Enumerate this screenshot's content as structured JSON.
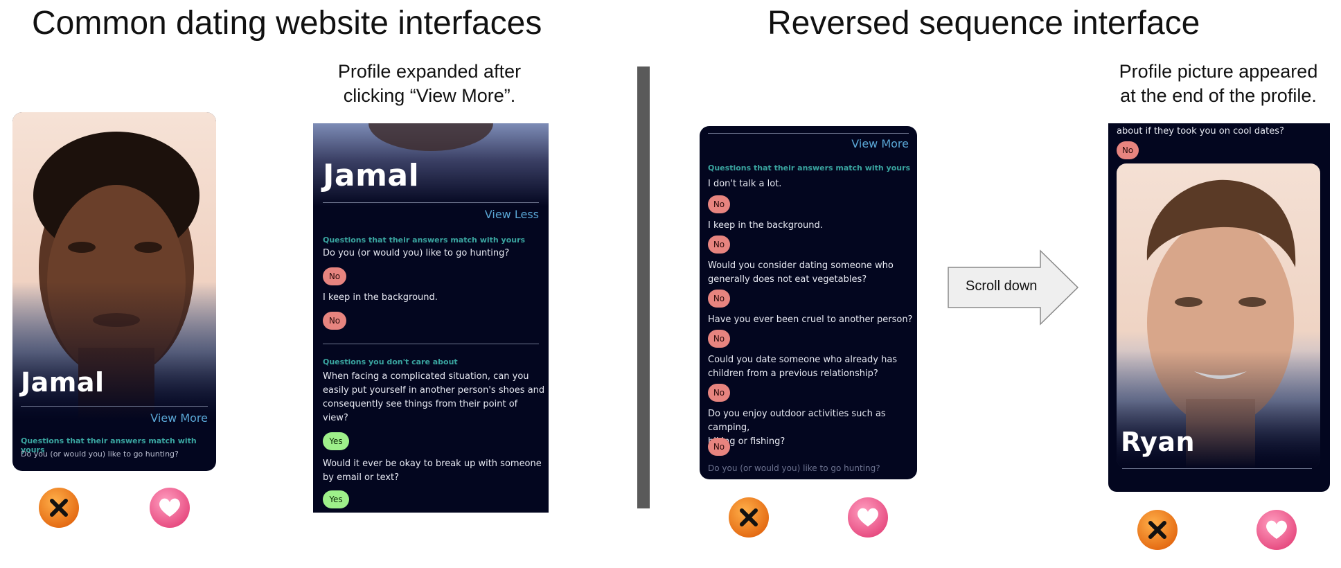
{
  "left_section": {
    "title": "Common dating website interfaces",
    "caption_line1": "Profile expanded after",
    "caption_line2": "clicking “View More”.",
    "card1": {
      "name": "Jamal",
      "view_more": "View More",
      "section_heading": "Questions that their answers match with yours",
      "question": "Do you (or would you) like to go hunting?"
    },
    "card2": {
      "name": "Jamal",
      "view_less": "View Less",
      "match_heading": "Questions that their answers match with yours",
      "match_items": [
        {
          "question": "Do you (or would you) like to go hunting?",
          "answer": "No"
        },
        {
          "question": "I keep in the background.",
          "answer": "No"
        }
      ],
      "dontcare_heading": "Questions you don't care about",
      "dontcare_items": [
        {
          "question_lines": [
            "When facing a complicated situation, can you",
            "easily put yourself in another person's shoes and",
            "consequently see things from their point of",
            "view?"
          ],
          "answer": "Yes"
        },
        {
          "question_lines": [
            "Would it ever be okay to break up with someone",
            "by email or text?"
          ],
          "answer": "Yes"
        }
      ]
    }
  },
  "right_section": {
    "title": "Reversed sequence interface",
    "caption_line1": "Profile picture appeared",
    "caption_line2": "at the end of the profile.",
    "arrow_label": "Scroll down",
    "card3": {
      "view_more": "View More",
      "section_heading": "Questions that their answers match with yours",
      "items": [
        {
          "question_lines": [
            "I don't talk a lot."
          ],
          "answer": "No"
        },
        {
          "question_lines": [
            "I keep in the background."
          ],
          "answer": "No"
        },
        {
          "question_lines": [
            "Would you consider dating someone who",
            "generally does not eat vegetables?"
          ],
          "answer": "No"
        },
        {
          "question_lines": [
            "Have you ever been cruel to another person?"
          ],
          "answer": "No"
        },
        {
          "question_lines": [
            "Could you date someone who already has",
            "children from a previous relationship?"
          ],
          "answer": "No"
        },
        {
          "question_lines": [
            "Do you enjoy outdoor activities such as camping,",
            "hiking or fishing?"
          ],
          "answer": "No"
        }
      ],
      "faded_question": "Do you (or would you) like to go hunting?"
    },
    "card4": {
      "top_question": "about if they took you on cool dates?",
      "top_answer": "No",
      "name": "Ryan"
    }
  },
  "icons": {
    "reject": "close-icon",
    "like": "heart-icon"
  },
  "colors": {
    "card_bg": "#03061f",
    "link": "#5aa7d6",
    "heading": "#3aa5a0",
    "no_pill": "#e7847f",
    "yes_pill": "#9ef08a",
    "reject_button": "#e2650f",
    "like_button": "#e5467c"
  }
}
